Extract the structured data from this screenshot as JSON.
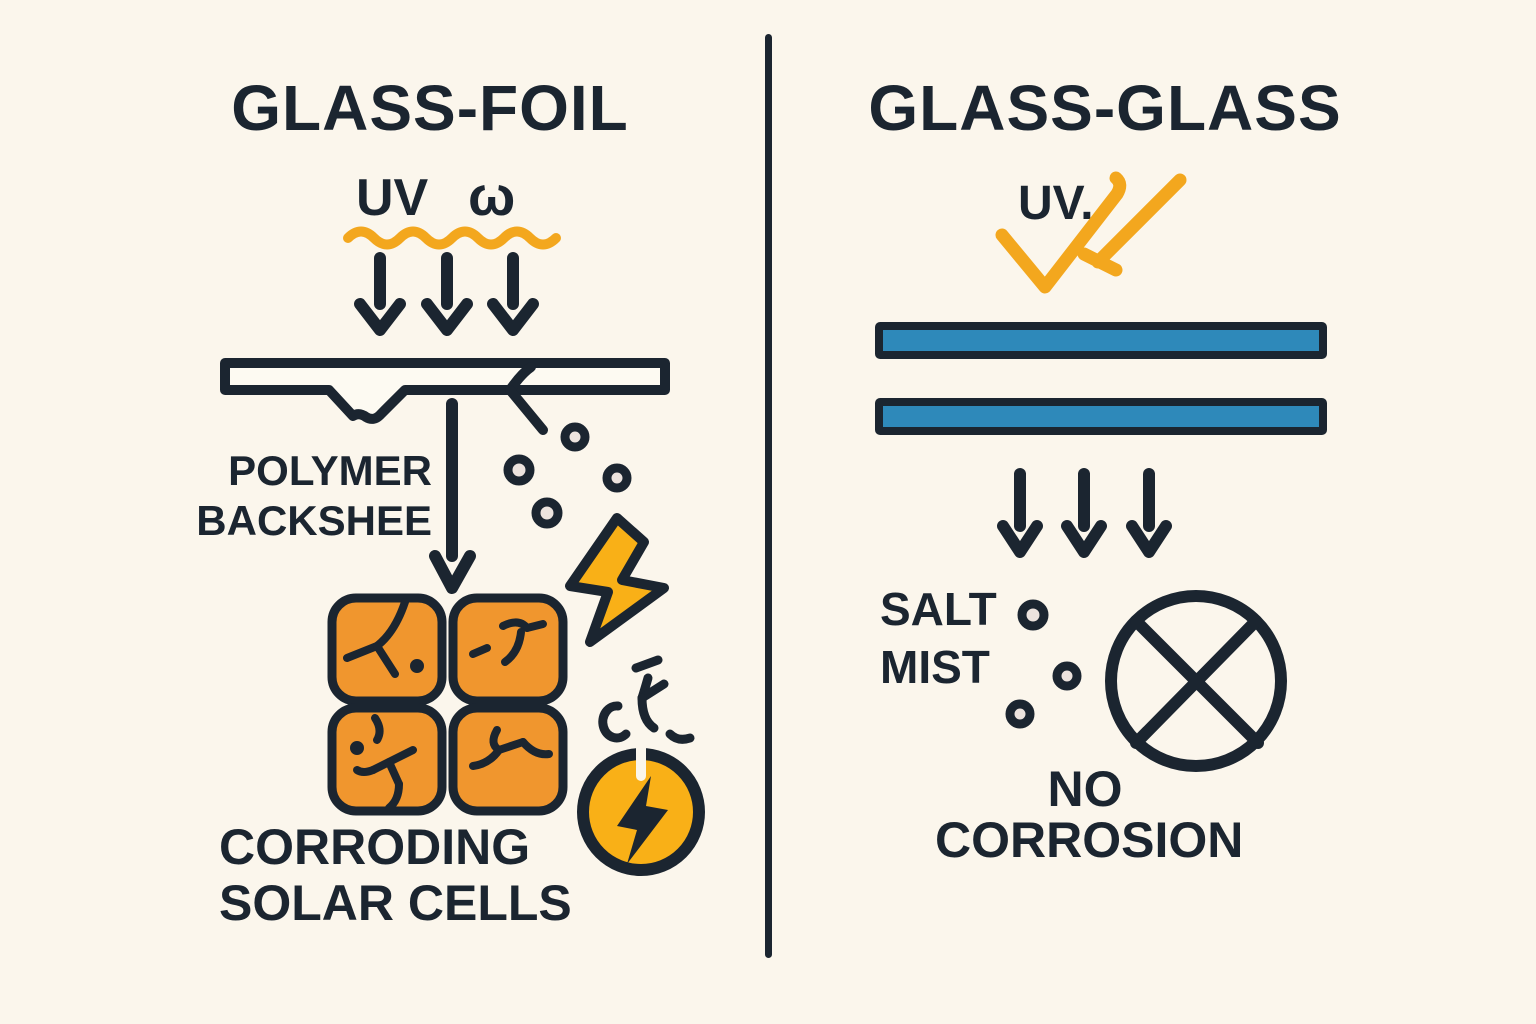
{
  "left_panel": {
    "title": "GLASS-FOIL",
    "uv_label": "UV",
    "uv_wave_glyph": "ω",
    "backsheet_label": {
      "line1": "POLYMER",
      "line2": "BACKSHEE"
    },
    "caption": {
      "line1": "CORRODING",
      "line2": "SOLAR CELLS"
    }
  },
  "right_panel": {
    "title": "GLASS-GLASS",
    "uv_label": "UV.",
    "salt_mist_label": {
      "line1": "SALT",
      "line2": "MIST"
    },
    "caption": {
      "line1": "NO",
      "line2": "CORROSION"
    }
  },
  "colors": {
    "background": "#fbf6ec",
    "ink": "#1b2530",
    "accent_yellow": "#f3a71e",
    "lightning_yellow": "#f9b017",
    "cell_orange": "#f0962e",
    "glass_blue": "#2e89ba",
    "salt_dot_fill": "#ece3de"
  },
  "icons": {
    "uv_wavy_underline": "yellow-squiggle",
    "uv_down_arrows": "three-black-arrows",
    "backsheet_bar": "white-bar-with-crack-notch-and-left-arrow",
    "degradation_arrow": "long-down-arrow",
    "salt_mist_dots": "speckled-circles",
    "lightning_bolt": "yellow-bolt",
    "crack_marks": "small-crack-squiggles",
    "solar_cells_grid": "2x2-cracked-orange-cells",
    "power_loss_badge": "yellow-circle-with-bolt-split-top",
    "uv_check": "yellow-check-mark",
    "uv_deflect_arrow": "yellow-diagonal-bounced-ray",
    "glass_panes": "two-blue-bars",
    "no_entry": "circle-with-x"
  }
}
